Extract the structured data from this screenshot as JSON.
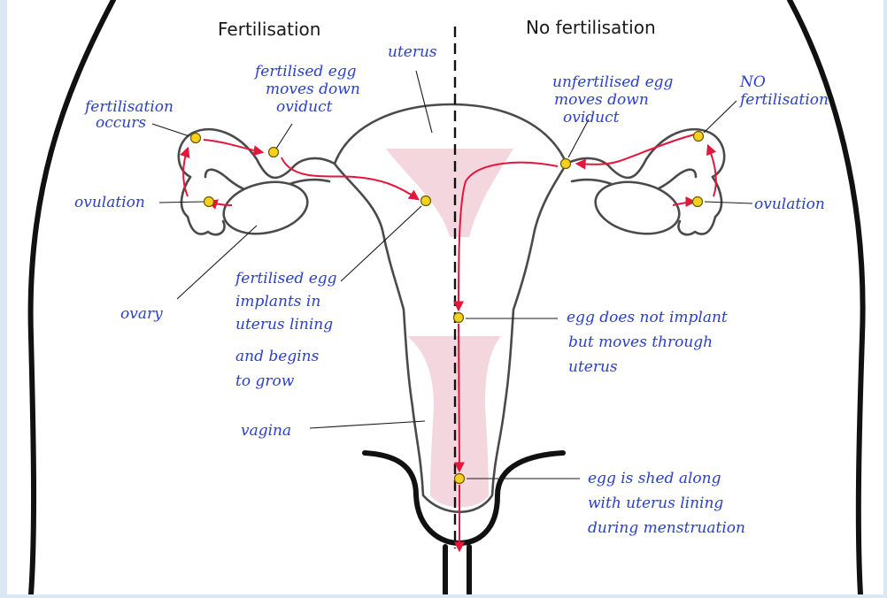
{
  "headings": {
    "left": "Fertilisation",
    "right": "No fertilisation"
  },
  "labels": {
    "uterus": "uterus",
    "fertilisation_occurs": [
      "fertilisation",
      "occurs"
    ],
    "fertilised_egg_moves": [
      "fertilised egg",
      "moves down",
      "oviduct"
    ],
    "ovulation_left": "ovulation",
    "ovary": "ovary",
    "fertilised_egg_implants": [
      "fertilised egg",
      "implants in",
      "uterus lining",
      "and begins",
      "to grow"
    ],
    "vagina": "vagina",
    "unfertilised_egg_moves": [
      "unfertilised egg",
      "moves down",
      "oviduct"
    ],
    "no_fertilisation": [
      "NO",
      "fertilisation"
    ],
    "ovulation_right": "ovulation",
    "egg_does_not_implant": [
      "egg does not implant",
      "but moves through",
      "uterus"
    ],
    "egg_is_shed": [
      "egg is shed along",
      "with uterus lining",
      "during menstruation"
    ]
  },
  "colors": {
    "background": "#dbe8f4",
    "label_text": "#2a3fcf",
    "egg": "#f4d020",
    "egg_path": "#e3163c",
    "lining": "#f2cfd8"
  }
}
